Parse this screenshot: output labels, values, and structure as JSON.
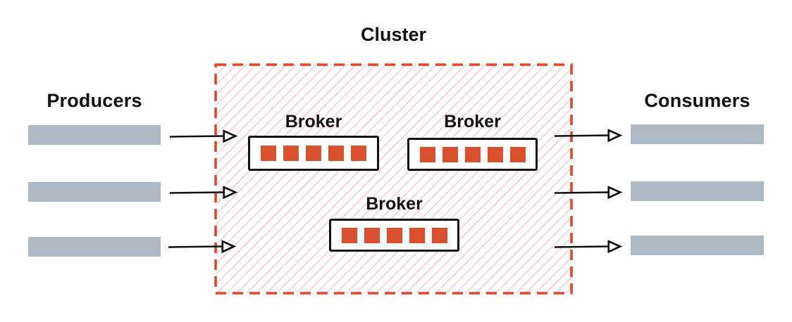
{
  "diagram": {
    "title": "Cluster",
    "producers": {
      "label": "Producers",
      "lane_count": 3
    },
    "consumers": {
      "label": "Consumers",
      "lane_count": 3
    },
    "brokers": [
      {
        "label": "Broker",
        "partitions": 5
      },
      {
        "label": "Broker",
        "partitions": 5
      },
      {
        "label": "Broker",
        "partitions": 5
      }
    ],
    "arrows": {
      "into_cluster": 3,
      "out_of_cluster": 3
    },
    "colors": {
      "cluster_border": "#e3472b",
      "cluster_hatch": "#f9d2d8",
      "partition_fill": "#d9502f",
      "lane_fill": "#aeb9c4",
      "line": "#111111",
      "text": "#111111"
    }
  }
}
